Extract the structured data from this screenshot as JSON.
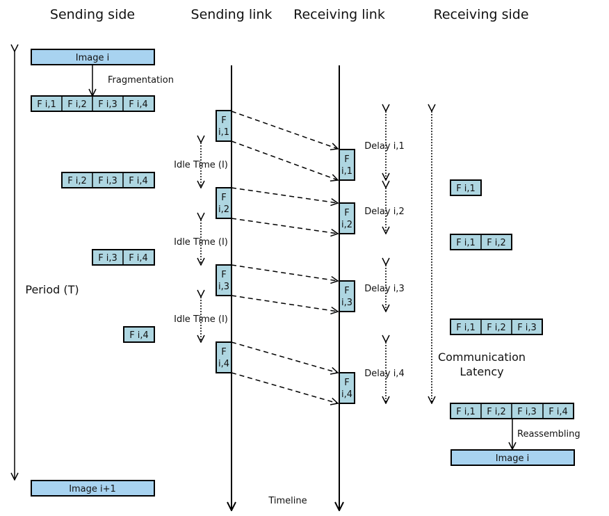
{
  "headers": {
    "sending_side": "Sending side",
    "sending_link": "Sending link",
    "receiving_link": "Receiving link",
    "receiving_side": "Receiving side"
  },
  "labels": {
    "image_i": "Image i",
    "image_next": "Image i+1",
    "fragmentation": "Fragmentation",
    "period": "Period (T)",
    "idle_time": "Idle Time (I)",
    "communication_latency_1": "Communication",
    "communication_latency_2": "Latency",
    "reassembling": "Reassembling",
    "timeline": "Timeline",
    "delay_1": "Delay i,1",
    "delay_2": "Delay i,2",
    "delay_3": "Delay i,3",
    "delay_4": "Delay i,4"
  },
  "fragments": {
    "f1": "F i,1",
    "f2": "F i,2",
    "f3": "F i,3",
    "f4": "F i,4"
  },
  "link_packets": [
    {
      "top": "F",
      "bottom": "i,1"
    },
    {
      "top": "F",
      "bottom": "i,2"
    },
    {
      "top": "F",
      "bottom": "i,3"
    },
    {
      "top": "F",
      "bottom": "i,4"
    }
  ],
  "colors": {
    "fragment_fill": "#aed6e1",
    "image_fill": "#a8d3f0",
    "stroke": "#000000"
  }
}
